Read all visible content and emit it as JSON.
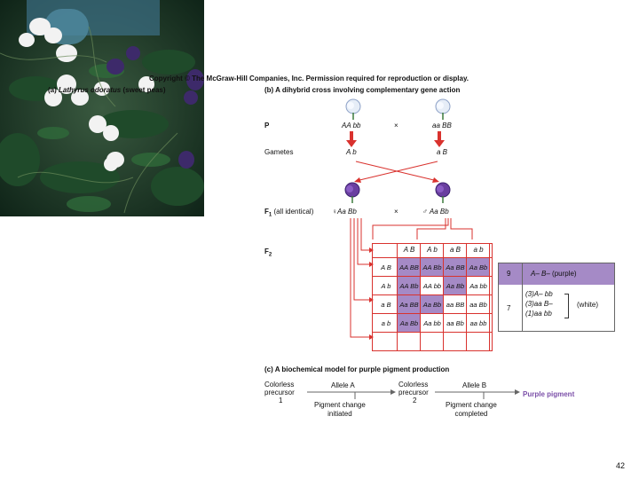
{
  "copyright": "Copyright © The McGraw-Hill Companies, Inc. Permission required for reproduction or display.",
  "panel_a": {
    "letter": "(a)",
    "title": "Lathyrus odoratus",
    "suffix": "(sweet peas)"
  },
  "panel_b": {
    "title": "(b)  A dihybrid cross involving complementary gene action",
    "p_label": "P",
    "p_left": "AA bb",
    "p_right": "aa BB",
    "cross": "×",
    "gametes_label": "Gametes",
    "gamete_left": "A b",
    "gamete_right": "a B",
    "f1_label": "F",
    "f1_sub": "1",
    "f1_note": "(all identical)",
    "f1_left": "♀Aa Bb",
    "f1_right": "♂ Aa Bb",
    "f2_label": "F",
    "f2_sub": "2",
    "col_headers": [
      "A B",
      "A b",
      "a B",
      "a b"
    ],
    "row_headers": [
      "A B",
      "A b",
      "a B",
      "a b"
    ],
    "cells": [
      [
        "AA BB",
        "AA Bb",
        "Aa BB",
        "Aa Bb"
      ],
      [
        "AA Bb",
        "AA bb",
        "Aa Bb",
        "Aa bb"
      ],
      [
        "Aa BB",
        "Aa Bb",
        "aa BB",
        "aa Bb"
      ],
      [
        "Aa Bb",
        "Aa bb",
        "aa Bb",
        "aa bb"
      ]
    ],
    "purple_cells": [
      [
        true,
        true,
        true,
        true
      ],
      [
        true,
        false,
        true,
        false
      ],
      [
        true,
        true,
        false,
        false
      ],
      [
        true,
        false,
        false,
        false
      ]
    ],
    "result_purple_count": "9",
    "result_purple_genotype": "A– B–",
    "result_purple_label": "(purple)",
    "result_white_count": "7",
    "result_white_lines": [
      "(3)A– bb",
      "(3)aa B–",
      "(1)aa bb"
    ],
    "result_white_label": "(white)"
  },
  "panel_c": {
    "title": "(c)  A biochemical model for purple pigment production",
    "step1": [
      "Colorless",
      "precursor",
      "1"
    ],
    "allele_a": "Allele A",
    "change1": [
      "Pigment change",
      "initiated"
    ],
    "step2": [
      "Colorless",
      "precursor",
      "2"
    ],
    "allele_b": "Allele B",
    "change2": [
      "Pigment change",
      "completed"
    ],
    "product": "Purple pigment"
  },
  "page_number": "42",
  "colors": {
    "arrow_red": "#d9322e",
    "purple": "#a58ac6",
    "purple_text": "#7b4fa8"
  }
}
